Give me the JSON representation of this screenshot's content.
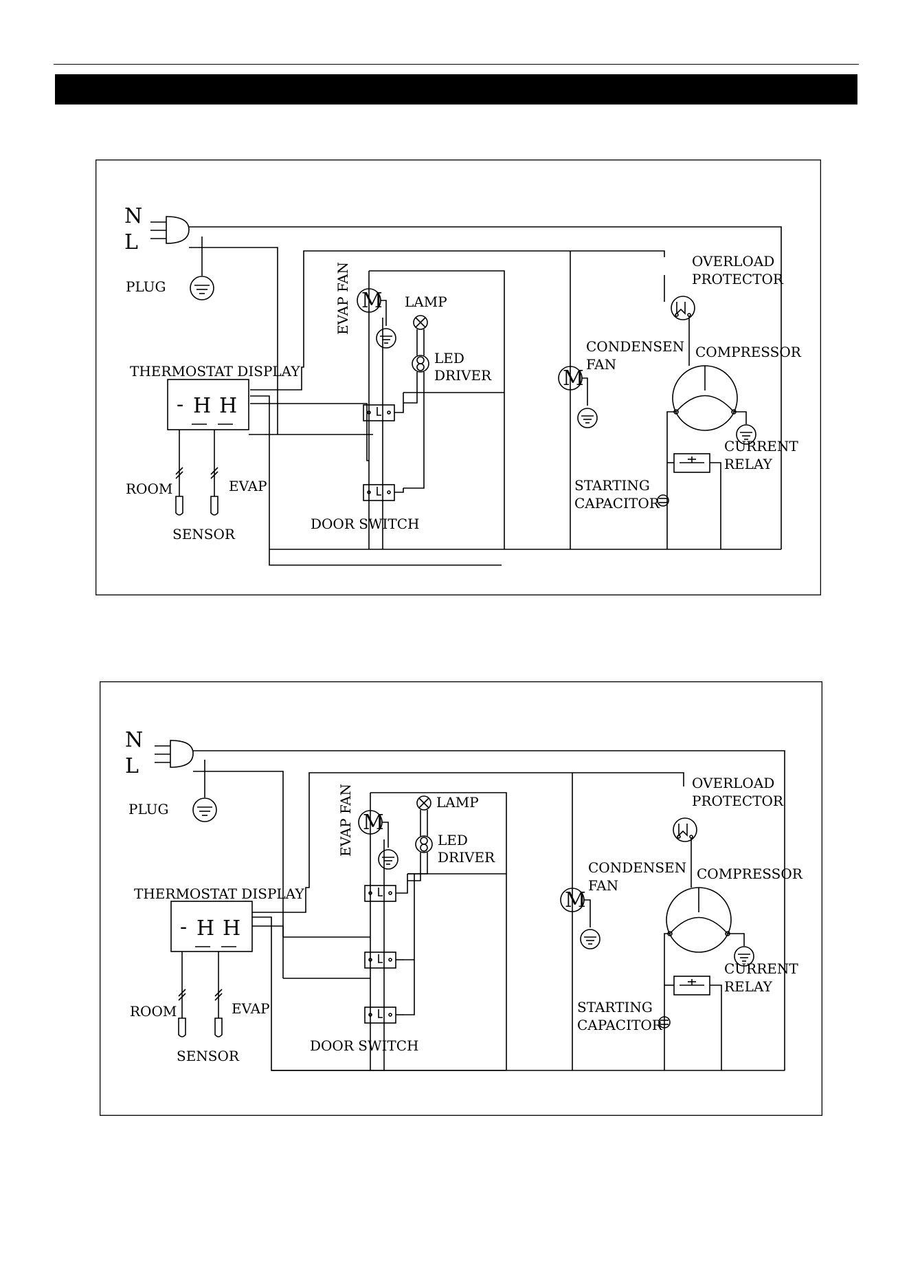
{
  "diagrams": [
    {
      "plug_n": "N",
      "plug_l": "L",
      "plug": "PLUG",
      "thermostat_display": "THERMOSTAT DISPLAY",
      "display_readout": "-",
      "display_digit_1": "H",
      "display_digit_2": "H",
      "room": "ROOM",
      "evap": "EVAP",
      "sensor": "SENSOR",
      "evap_fan": "EVAP FAN",
      "motor_symbol": "M",
      "lamp": "LAMP",
      "led_line1": "LED",
      "led_line2": "DRIVER",
      "door_switch": "DOOR SWITCH",
      "condensen_line1": "CONDENSEN",
      "condensen_line2": "FAN",
      "overload_line1": "OVERLOAD",
      "overload_line2": "PROTECTOR",
      "compressor": "COMPRESSOR",
      "current_line1": "CURRENT",
      "current_line2": "RELAY",
      "starting_line1": "STARTING",
      "starting_line2": "CAPACITOR"
    },
    {
      "plug_n": "N",
      "plug_l": "L",
      "plug": "PLUG",
      "thermostat_display": "THERMOSTAT DISPLAY",
      "display_readout": "-",
      "display_digit_1": "H",
      "display_digit_2": "H",
      "room": "ROOM",
      "evap": "EVAP",
      "sensor": "SENSOR",
      "evap_fan": "EVAP FAN",
      "motor_symbol": "M",
      "lamp": "LAMP",
      "led_line1": "LED",
      "led_line2": "DRIVER",
      "door_switch": "DOOR SWITCH",
      "condensen_line1": "CONDENSEN",
      "condensen_line2": "FAN",
      "overload_line1": "OVERLOAD",
      "overload_line2": "PROTECTOR",
      "compressor": "COMPRESSOR",
      "current_line1": "CURRENT",
      "current_line2": "RELAY",
      "starting_line1": "STARTING",
      "starting_line2": "CAPACITOR"
    }
  ]
}
